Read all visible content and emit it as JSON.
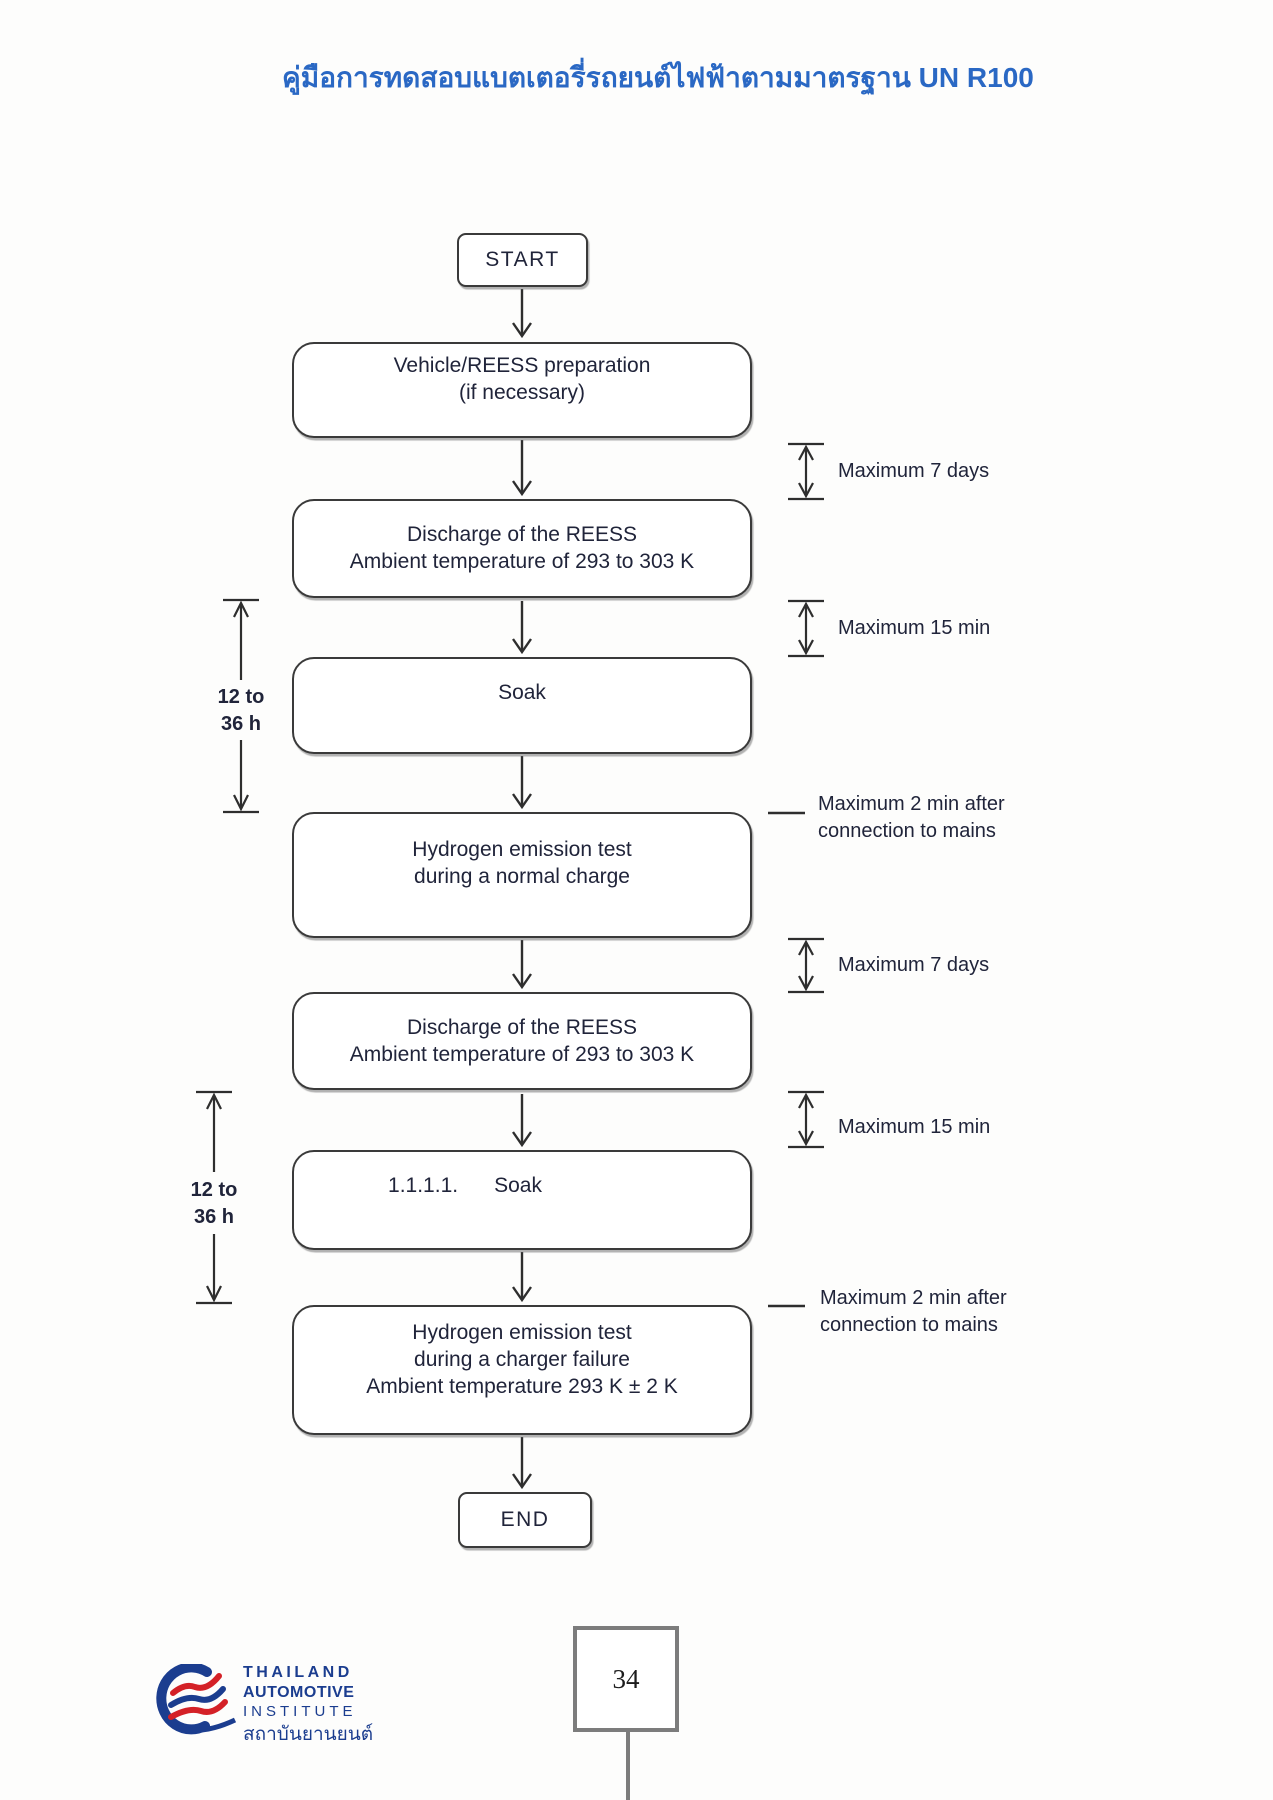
{
  "page": {
    "title": "คู่มือการทดสอบแบตเตอรี่รถยนต์ไฟฟ้าตามมาตรฐาน UN R100",
    "page_number": "34",
    "colors": {
      "title_blue": "#2a68c4",
      "diagram_ink": "#20243a",
      "logo_navy": "#1b3d8f",
      "logo_red": "#d42127",
      "page_box_gray": "#7c7c7c"
    }
  },
  "flowchart": {
    "start": {
      "label": "START"
    },
    "end": {
      "label": "END"
    },
    "boxes": [
      {
        "lines": [
          "Vehicle/REESS preparation",
          "(if necessary)"
        ]
      },
      {
        "lines": [
          "Discharge of the REESS",
          "Ambient temperature of 293 to 303 K"
        ]
      },
      {
        "lines": [
          "Soak"
        ]
      },
      {
        "lines": [
          "Hydrogen emission test",
          "during a normal charge"
        ]
      },
      {
        "lines": [
          "Discharge of the REESS",
          "Ambient temperature of 293 to 303 K"
        ]
      },
      {
        "numbering": "1.1.1.1.",
        "lines": [
          "Soak"
        ]
      },
      {
        "lines": [
          "Hydrogen emission test",
          "during a charger failure",
          "Ambient temperature 293 K ± 2 K"
        ]
      }
    ],
    "right_annotations": [
      {
        "label": "Maximum 7 days"
      },
      {
        "label": "Maximum 15 min"
      },
      {
        "label": "Maximum 7 days"
      },
      {
        "label": "Maximum 15 min"
      }
    ],
    "mains_annotations": [
      {
        "lines": [
          "Maximum 2 min after",
          "connection to mains"
        ]
      },
      {
        "lines": [
          "Maximum 2 min after",
          "connection to mains"
        ]
      }
    ],
    "left_annotations": [
      {
        "lines": [
          "12 to",
          "36 h"
        ]
      },
      {
        "lines": [
          "12 to",
          "36 h"
        ]
      }
    ]
  },
  "footer": {
    "logo_lines": [
      "THAILAND",
      "AUTOMOTIVE",
      "INSTITUTE",
      "สถาบันยานยนต์"
    ]
  }
}
